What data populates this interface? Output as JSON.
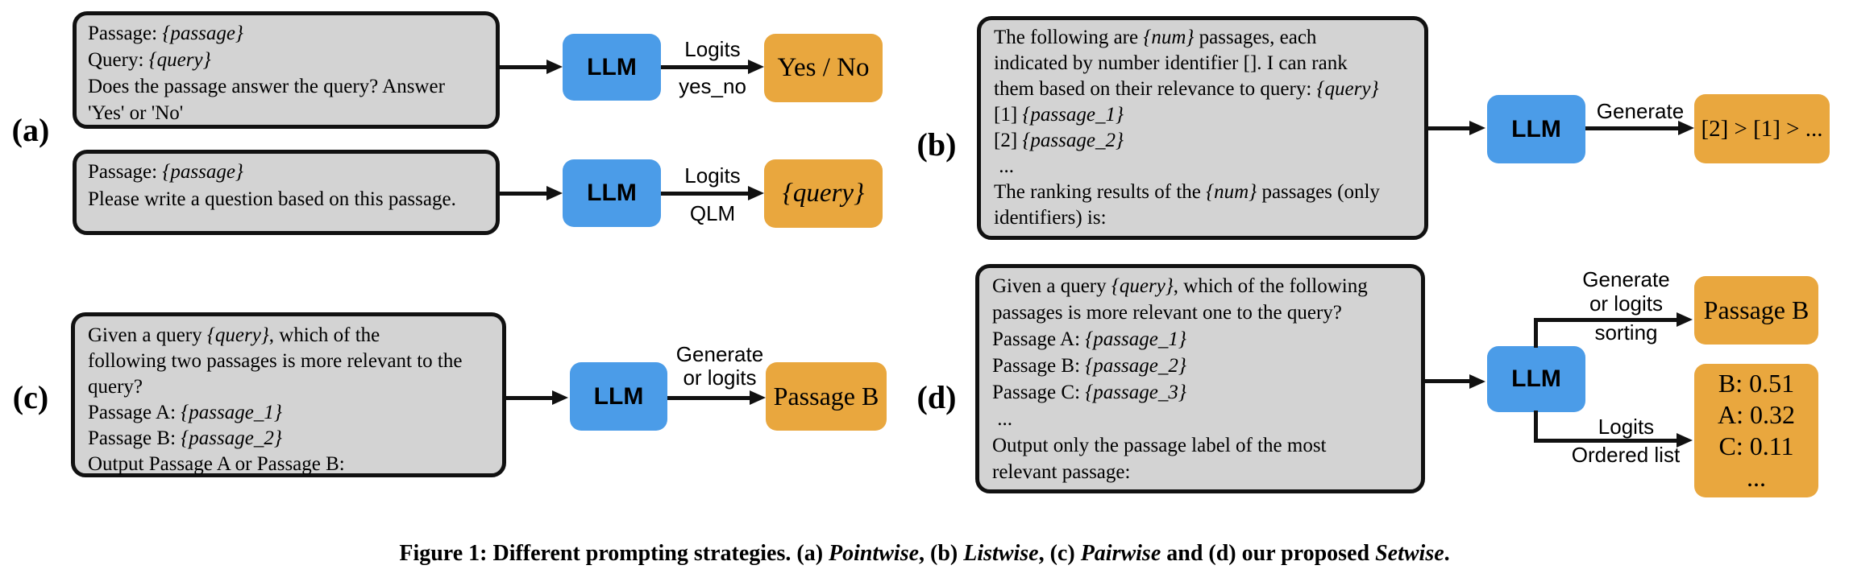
{
  "colors": {
    "llm_blue": "#4b9ce8",
    "output_orange": "#e9a73e",
    "prompt_gray": "#d3d3d3",
    "line_black": "#111111"
  },
  "panels": {
    "a": {
      "label": "(a)",
      "rows": [
        {
          "llm": "LLM",
          "arrow_label_top": "Logits",
          "arrow_label_bottom": "yes_no",
          "prompt": [
            [
              {
                "t": "Passage: "
              },
              {
                "t": "{passage}",
                "i": true
              }
            ],
            [
              {
                "t": "Query: "
              },
              {
                "t": "{query}",
                "i": true
              }
            ],
            [
              {
                "t": "Does the passage answer the query? Answer"
              }
            ],
            [
              {
                "t": "'Yes' or 'No'"
              }
            ]
          ],
          "output": [
            [
              {
                "t": "Yes / No"
              }
            ]
          ]
        },
        {
          "llm": "LLM",
          "arrow_label_top": "Logits",
          "arrow_label_bottom": "QLM",
          "prompt": [
            [
              {
                "t": "Passage: "
              },
              {
                "t": "{passage}",
                "i": true
              }
            ],
            [
              {
                "t": "Please write a question based on this passage."
              }
            ]
          ],
          "output": [
            [
              {
                "t": "{query}",
                "i": true
              }
            ]
          ]
        }
      ]
    },
    "b": {
      "label": "(b)",
      "llm": "LLM",
      "arrow_label_top": "Generate",
      "prompt": [
        [
          {
            "t": "The following are "
          },
          {
            "t": "{num}",
            "i": true
          },
          {
            "t": " passages, each"
          }
        ],
        [
          {
            "t": "indicated by number identifier []. I can rank"
          }
        ],
        [
          {
            "t": "them based on their relevance to query: "
          },
          {
            "t": "{query}",
            "i": true
          }
        ],
        [
          {
            "t": "[1] "
          },
          {
            "t": "{passage_1}",
            "i": true
          }
        ],
        [
          {
            "t": "[2] "
          },
          {
            "t": "{passage_2}",
            "i": true
          }
        ],
        [
          {
            "t": " ..."
          }
        ],
        [
          {
            "t": "The ranking results of the "
          },
          {
            "t": "{num}",
            "i": true
          },
          {
            "t": " passages (only"
          }
        ],
        [
          {
            "t": "identifiers) is:"
          }
        ]
      ],
      "output": [
        [
          {
            "t": "[2] > [1] > ..."
          }
        ]
      ]
    },
    "c": {
      "label": "(c)",
      "llm": "LLM",
      "arrow_label_top": "Generate",
      "arrow_label_top2": "or logits",
      "prompt": [
        [
          {
            "t": "Given a query "
          },
          {
            "t": "{query}",
            "i": true
          },
          {
            "t": ", which of the"
          }
        ],
        [
          {
            "t": "following two passages is more relevant to the"
          }
        ],
        [
          {
            "t": "query?"
          }
        ],
        [
          {
            "t": "Passage A: "
          },
          {
            "t": "{passage_1}",
            "i": true
          }
        ],
        [
          {
            "t": "Passage B: "
          },
          {
            "t": "{passage_2}",
            "i": true
          }
        ],
        [
          {
            "t": "Output Passage A or Passage B:"
          }
        ]
      ],
      "output": [
        [
          {
            "t": "Passage B"
          }
        ]
      ]
    },
    "d": {
      "label": "(d)",
      "llm": "LLM",
      "prompt": [
        [
          {
            "t": "Given a query "
          },
          {
            "t": "{query}",
            "i": true
          },
          {
            "t": ", which of the following"
          }
        ],
        [
          {
            "t": "passages is more relevant one to the query?"
          }
        ],
        [
          {
            "t": "Passage A: "
          },
          {
            "t": "{passage_1}",
            "i": true
          }
        ],
        [
          {
            "t": "Passage B: "
          },
          {
            "t": "{passage_2}",
            "i": true
          }
        ],
        [
          {
            "t": "Passage C: "
          },
          {
            "t": "{passage_3}",
            "i": true
          }
        ],
        [
          {
            "t": " ..."
          }
        ],
        [
          {
            "t": "Output only the passage label of the most"
          }
        ],
        [
          {
            "t": "relevant passage:"
          }
        ]
      ],
      "branch_top": {
        "label1": "Generate",
        "label2": "or logits",
        "label_below": "sorting",
        "output": [
          [
            {
              "t": "Passage B"
            }
          ]
        ]
      },
      "branch_bottom": {
        "label1": "Logits",
        "label_below": "Ordered list",
        "output": [
          [
            {
              "t": "B: 0.51"
            }
          ],
          [
            {
              "t": "A: 0.32"
            }
          ],
          [
            {
              "t": "C: 0.11"
            }
          ],
          [
            {
              "t": "..."
            }
          ]
        ]
      }
    }
  },
  "caption": [
    [
      {
        "t": "Figure 1: Different prompting strategies. (a) "
      },
      {
        "t": "Pointwise",
        "i": true
      },
      {
        "t": ", (b) "
      },
      {
        "t": "Listwise",
        "i": true
      },
      {
        "t": ", (c) "
      },
      {
        "t": "Pairwise",
        "i": true
      },
      {
        "t": " and (d) our proposed "
      },
      {
        "t": "Setwise",
        "i": true
      },
      {
        "t": "."
      }
    ]
  ]
}
